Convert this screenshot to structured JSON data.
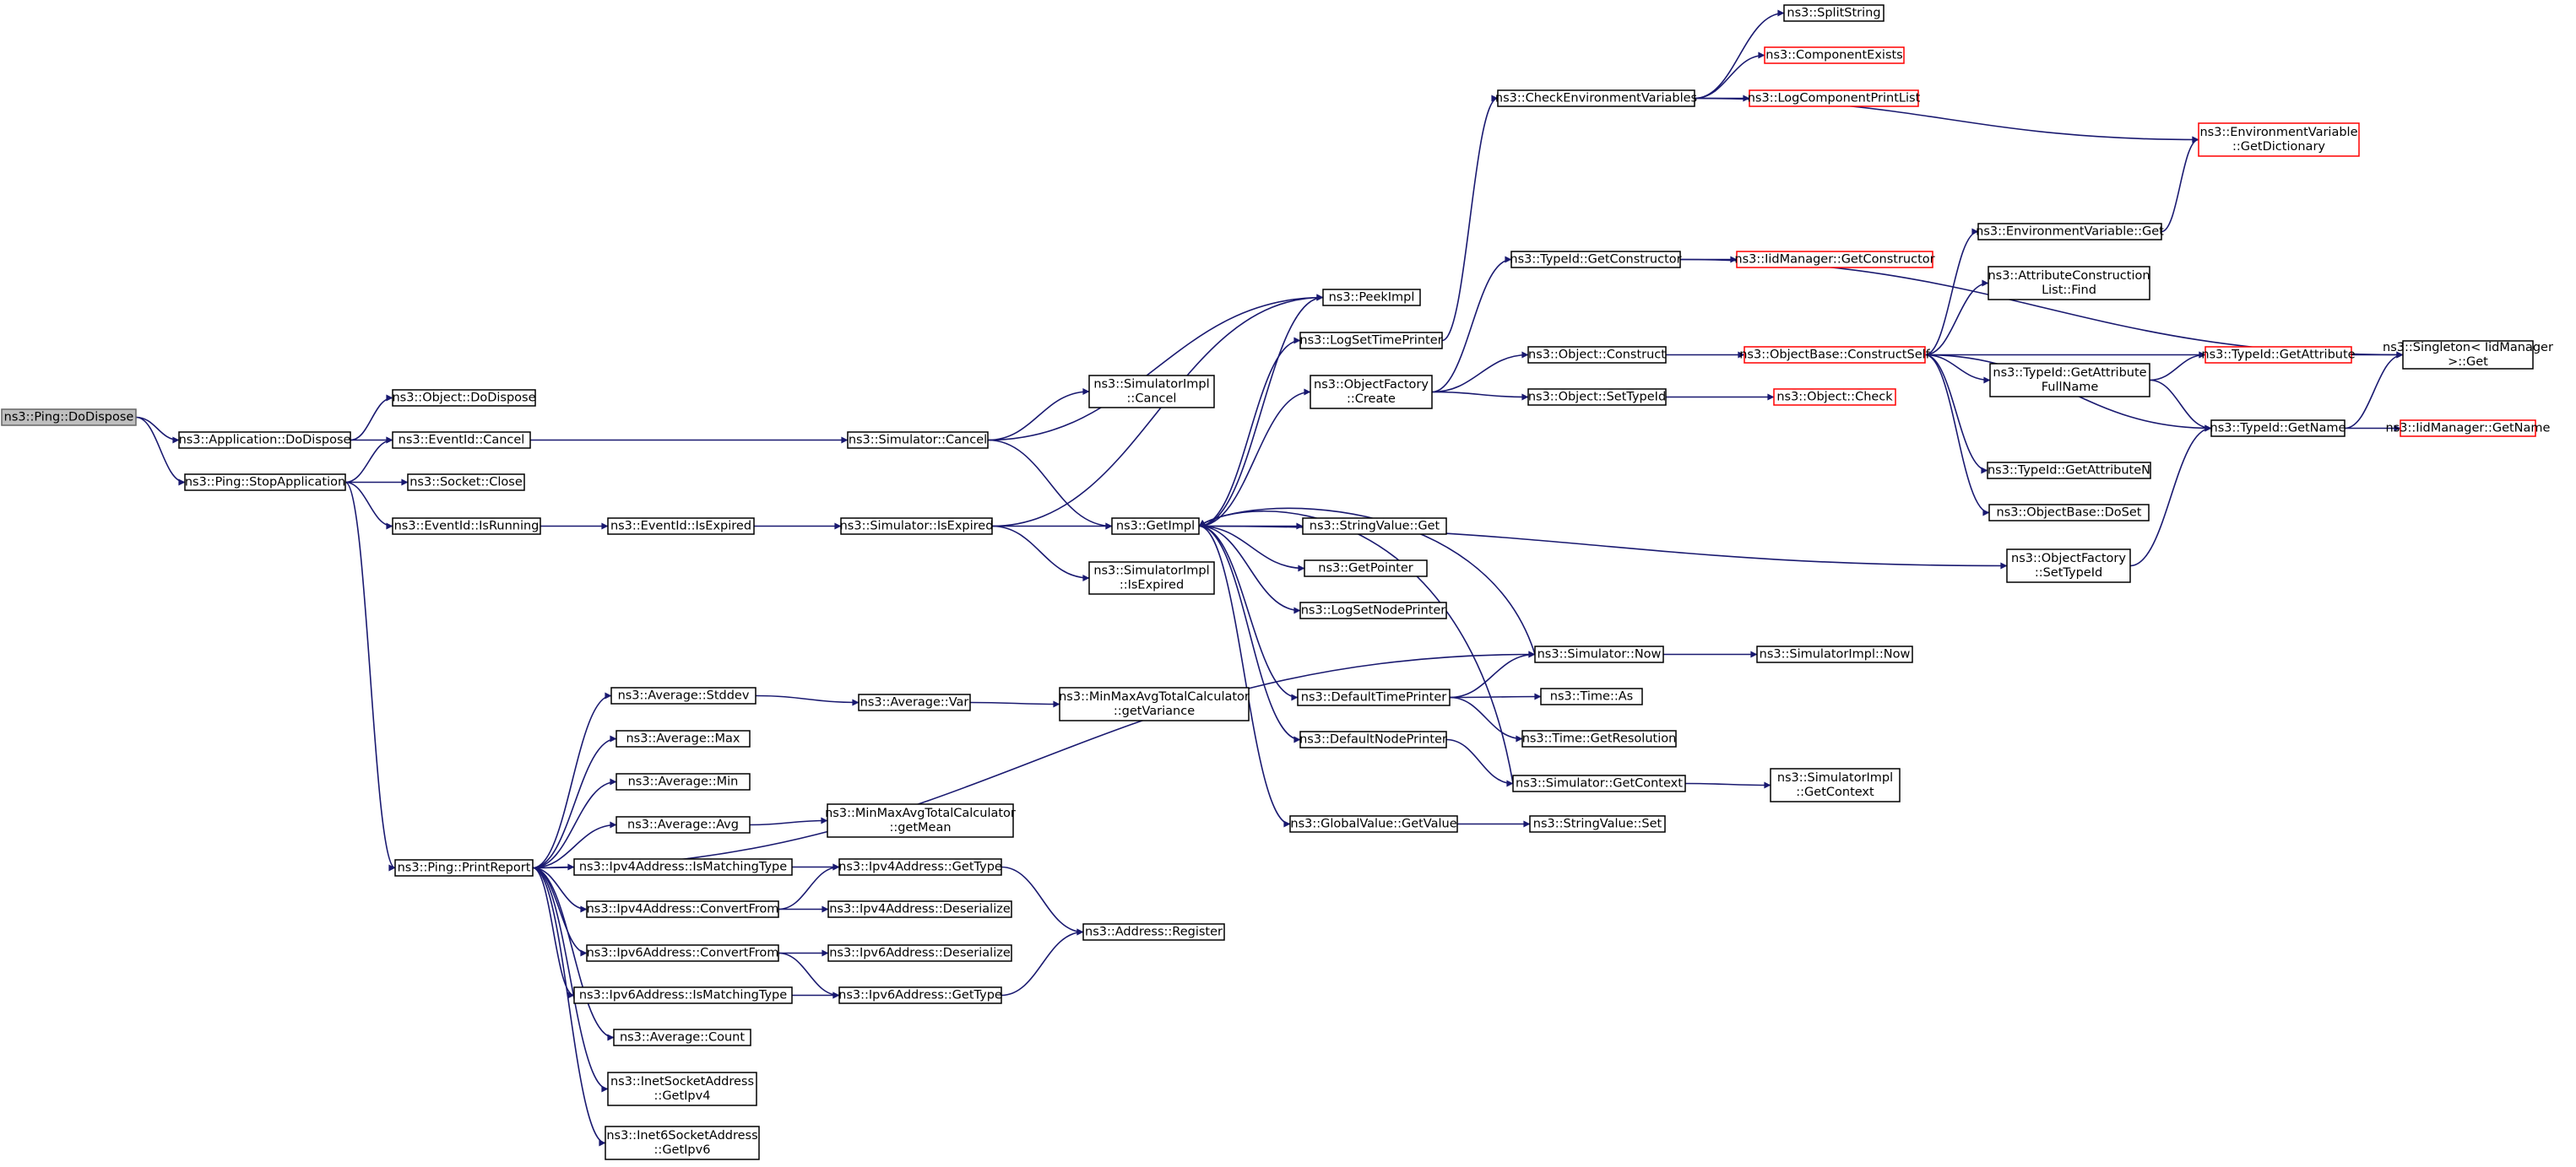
{
  "diagram": {
    "type": "call-graph",
    "colors": {
      "edge": "#191970",
      "node_border": "#000000",
      "truncated_border": "#ff0000",
      "root_fill": "#bfbfbf"
    },
    "nodes": [
      {
        "id": "root",
        "lines": [
          "ns3::Ping::DoDispose"
        ],
        "style": "root"
      },
      {
        "id": "app_dodispose",
        "lines": [
          "ns3::Application::DoDispose"
        ]
      },
      {
        "id": "stopapp",
        "lines": [
          "ns3::Ping::StopApplication"
        ]
      },
      {
        "id": "obj_dodispose",
        "lines": [
          "ns3::Object::DoDispose"
        ]
      },
      {
        "id": "evt_cancel",
        "lines": [
          "ns3::EventId::Cancel"
        ]
      },
      {
        "id": "sock_close",
        "lines": [
          "ns3::Socket::Close"
        ]
      },
      {
        "id": "evt_isrunning",
        "lines": [
          "ns3::EventId::IsRunning"
        ]
      },
      {
        "id": "printreport",
        "lines": [
          "ns3::Ping::PrintReport"
        ]
      },
      {
        "id": "evt_isexpired",
        "lines": [
          "ns3::EventId::IsExpired"
        ]
      },
      {
        "id": "sim_cancel",
        "lines": [
          "ns3::Simulator::Cancel"
        ]
      },
      {
        "id": "sim_isexpired",
        "lines": [
          "ns3::Simulator::IsExpired"
        ]
      },
      {
        "id": "simimpl_cancel",
        "lines": [
          "ns3::SimulatorImpl",
          "::Cancel"
        ]
      },
      {
        "id": "simimpl_isexpired",
        "lines": [
          "ns3::SimulatorImpl",
          "::IsExpired"
        ]
      },
      {
        "id": "getimpl",
        "lines": [
          "ns3::GetImpl"
        ]
      },
      {
        "id": "peekimpl",
        "lines": [
          "ns3::PeekImpl"
        ]
      },
      {
        "id": "logsettime",
        "lines": [
          "ns3::LogSetTimePrinter"
        ]
      },
      {
        "id": "objfactory_create",
        "lines": [
          "ns3::ObjectFactory",
          "::Create"
        ]
      },
      {
        "id": "stringvalue_get",
        "lines": [
          "ns3::StringValue::Get"
        ]
      },
      {
        "id": "getpointer",
        "lines": [
          "ns3::GetPointer"
        ]
      },
      {
        "id": "logsetnode",
        "lines": [
          "ns3::LogSetNodePrinter"
        ]
      },
      {
        "id": "defaulttime",
        "lines": [
          "ns3::DefaultTimePrinter"
        ]
      },
      {
        "id": "defaultnode",
        "lines": [
          "ns3::DefaultNodePrinter"
        ]
      },
      {
        "id": "globalvalue_get",
        "lines": [
          "ns3::GlobalValue::GetValue"
        ]
      },
      {
        "id": "checkenv",
        "lines": [
          "ns3::CheckEnvironmentVariables"
        ]
      },
      {
        "id": "splitstring",
        "lines": [
          "ns3::SplitString"
        ]
      },
      {
        "id": "compexists",
        "lines": [
          "ns3::ComponentExists"
        ],
        "style": "trunc"
      },
      {
        "id": "logcomplist",
        "lines": [
          "ns3::LogComponentPrintList"
        ],
        "style": "trunc"
      },
      {
        "id": "envvar_getdict",
        "lines": [
          "ns3::EnvironmentVariable",
          "::GetDictionary"
        ],
        "style": "trunc"
      },
      {
        "id": "typeid_getctor",
        "lines": [
          "ns3::TypeId::GetConstructor"
        ]
      },
      {
        "id": "iidmgr_getctor",
        "lines": [
          "ns3::IidManager::GetConstructor"
        ],
        "style": "trunc"
      },
      {
        "id": "obj_construct",
        "lines": [
          "ns3::Object::Construct"
        ]
      },
      {
        "id": "obj_settypeid",
        "lines": [
          "ns3::Object::SetTypeId"
        ]
      },
      {
        "id": "objbase_constructself",
        "lines": [
          "ns3::ObjectBase::ConstructSelf"
        ],
        "style": "trunc"
      },
      {
        "id": "obj_check",
        "lines": [
          "ns3::Object::Check"
        ],
        "style": "trunc"
      },
      {
        "id": "envvar_get",
        "lines": [
          "ns3::EnvironmentVariable::Get"
        ]
      },
      {
        "id": "attrconstr_find",
        "lines": [
          "ns3::AttributeConstruction",
          "List::Find"
        ]
      },
      {
        "id": "typeid_getattr",
        "lines": [
          "ns3::TypeId::GetAttribute"
        ],
        "style": "trunc"
      },
      {
        "id": "singleton_get",
        "lines": [
          "ns3::Singleton< IidManager",
          ">::Get"
        ]
      },
      {
        "id": "typeid_getattrfullname",
        "lines": [
          "ns3::TypeId::GetAttribute",
          "FullName"
        ]
      },
      {
        "id": "typeid_getname",
        "lines": [
          "ns3::TypeId::GetName"
        ]
      },
      {
        "id": "iidmgr_getname",
        "lines": [
          "ns3::IidManager::GetName"
        ],
        "style": "trunc"
      },
      {
        "id": "typeid_getattrn",
        "lines": [
          "ns3::TypeId::GetAttributeN"
        ]
      },
      {
        "id": "objbase_doset",
        "lines": [
          "ns3::ObjectBase::DoSet"
        ]
      },
      {
        "id": "objfactory_settypeid",
        "lines": [
          "ns3::ObjectFactory",
          "::SetTypeId"
        ]
      },
      {
        "id": "sim_now",
        "lines": [
          "ns3::Simulator::Now"
        ]
      },
      {
        "id": "simimpl_now",
        "lines": [
          "ns3::SimulatorImpl::Now"
        ]
      },
      {
        "id": "time_as",
        "lines": [
          "ns3::Time::As"
        ]
      },
      {
        "id": "time_getres",
        "lines": [
          "ns3::Time::GetResolution"
        ]
      },
      {
        "id": "sim_getcontext",
        "lines": [
          "ns3::Simulator::GetContext"
        ]
      },
      {
        "id": "simimpl_getcontext",
        "lines": [
          "ns3::SimulatorImpl",
          "::GetContext"
        ]
      },
      {
        "id": "stringvalue_set",
        "lines": [
          "ns3::StringValue::Set"
        ]
      },
      {
        "id": "avg_stddev",
        "lines": [
          "ns3::Average::Stddev"
        ]
      },
      {
        "id": "avg_var",
        "lines": [
          "ns3::Average::Var"
        ]
      },
      {
        "id": "minmax_getvar",
        "lines": [
          "ns3::MinMaxAvgTotalCalculator",
          "::getVariance"
        ]
      },
      {
        "id": "avg_max",
        "lines": [
          "ns3::Average::Max"
        ]
      },
      {
        "id": "avg_min",
        "lines": [
          "ns3::Average::Min"
        ]
      },
      {
        "id": "avg_avg",
        "lines": [
          "ns3::Average::Avg"
        ]
      },
      {
        "id": "minmax_getmean",
        "lines": [
          "ns3::MinMaxAvgTotalCalculator",
          "::getMean"
        ]
      },
      {
        "id": "ipv4_ismatching",
        "lines": [
          "ns3::Ipv4Address::IsMatchingType"
        ]
      },
      {
        "id": "ipv4_gettype",
        "lines": [
          "ns3::Ipv4Address::GetType"
        ]
      },
      {
        "id": "ipv4_convertfrom",
        "lines": [
          "ns3::Ipv4Address::ConvertFrom"
        ]
      },
      {
        "id": "ipv4_deserialize",
        "lines": [
          "ns3::Ipv4Address::Deserialize"
        ]
      },
      {
        "id": "addr_register",
        "lines": [
          "ns3::Address::Register"
        ]
      },
      {
        "id": "ipv6_convertfrom",
        "lines": [
          "ns3::Ipv6Address::ConvertFrom"
        ]
      },
      {
        "id": "ipv6_deserialize",
        "lines": [
          "ns3::Ipv6Address::Deserialize"
        ]
      },
      {
        "id": "ipv6_ismatching",
        "lines": [
          "ns3::Ipv6Address::IsMatchingType"
        ]
      },
      {
        "id": "ipv6_gettype",
        "lines": [
          "ns3::Ipv6Address::GetType"
        ]
      },
      {
        "id": "avg_count",
        "lines": [
          "ns3::Average::Count"
        ]
      },
      {
        "id": "inetsock_getipv4",
        "lines": [
          "ns3::InetSocketAddress",
          "::GetIpv4"
        ]
      },
      {
        "id": "inet6sock_getipv6",
        "lines": [
          "ns3::Inet6SocketAddress",
          "::GetIpv6"
        ]
      }
    ],
    "edges": [
      [
        "root",
        "app_dodispose"
      ],
      [
        "root",
        "stopapp"
      ],
      [
        "app_dodispose",
        "obj_dodispose"
      ],
      [
        "app_dodispose",
        "evt_cancel"
      ],
      [
        "stopapp",
        "evt_cancel"
      ],
      [
        "stopapp",
        "sock_close"
      ],
      [
        "stopapp",
        "evt_isrunning"
      ],
      [
        "stopapp",
        "printreport"
      ],
      [
        "evt_cancel",
        "sim_cancel"
      ],
      [
        "evt_isrunning",
        "evt_isexpired"
      ],
      [
        "evt_isexpired",
        "sim_isexpired"
      ],
      [
        "sim_cancel",
        "simimpl_cancel"
      ],
      [
        "sim_cancel",
        "getimpl"
      ],
      [
        "sim_cancel",
        "peekimpl"
      ],
      [
        "sim_isexpired",
        "getimpl"
      ],
      [
        "sim_isexpired",
        "simimpl_isexpired"
      ],
      [
        "sim_isexpired",
        "peekimpl"
      ],
      [
        "getimpl",
        "peekimpl"
      ],
      [
        "getimpl",
        "logsettime"
      ],
      [
        "getimpl",
        "objfactory_create"
      ],
      [
        "getimpl",
        "stringvalue_get"
      ],
      [
        "getimpl",
        "getpointer"
      ],
      [
        "getimpl",
        "logsetnode"
      ],
      [
        "getimpl",
        "defaulttime"
      ],
      [
        "getimpl",
        "defaultnode"
      ],
      [
        "getimpl",
        "globalvalue_get"
      ],
      [
        "getimpl",
        "objfactory_settypeid"
      ],
      [
        "logsettime",
        "checkenv"
      ],
      [
        "checkenv",
        "splitstring"
      ],
      [
        "checkenv",
        "compexists"
      ],
      [
        "checkenv",
        "logcomplist"
      ],
      [
        "checkenv",
        "envvar_getdict"
      ],
      [
        "objfactory_create",
        "typeid_getctor"
      ],
      [
        "objfactory_create",
        "obj_construct"
      ],
      [
        "objfactory_create",
        "obj_settypeid"
      ],
      [
        "typeid_getctor",
        "iidmgr_getctor"
      ],
      [
        "typeid_getctor",
        "singleton_get"
      ],
      [
        "obj_construct",
        "objbase_constructself"
      ],
      [
        "obj_settypeid",
        "obj_check"
      ],
      [
        "objbase_constructself",
        "envvar_get"
      ],
      [
        "objbase_constructself",
        "attrconstr_find"
      ],
      [
        "objbase_constructself",
        "typeid_getattr"
      ],
      [
        "objbase_constructself",
        "typeid_getattrfullname"
      ],
      [
        "objbase_constructself",
        "typeid_getname"
      ],
      [
        "objbase_constructself",
        "typeid_getattrn"
      ],
      [
        "objbase_constructself",
        "objbase_doset"
      ],
      [
        "envvar_get",
        "envvar_getdict"
      ],
      [
        "typeid_getattr",
        "singleton_get"
      ],
      [
        "typeid_getattrfullname",
        "typeid_getattr"
      ],
      [
        "typeid_getattrfullname",
        "typeid_getname"
      ],
      [
        "typeid_getname",
        "singleton_get"
      ],
      [
        "typeid_getname",
        "iidmgr_getname"
      ],
      [
        "objfactory_settypeid",
        "typeid_getname"
      ],
      [
        "printreport",
        "sim_now"
      ],
      [
        "sim_now",
        "getimpl"
      ],
      [
        "sim_now",
        "simimpl_now"
      ],
      [
        "defaulttime",
        "sim_now"
      ],
      [
        "defaulttime",
        "time_as"
      ],
      [
        "defaulttime",
        "time_getres"
      ],
      [
        "defaultnode",
        "sim_getcontext"
      ],
      [
        "sim_getcontext",
        "getimpl"
      ],
      [
        "sim_getcontext",
        "simimpl_getcontext"
      ],
      [
        "globalvalue_get",
        "stringvalue_set"
      ],
      [
        "printreport",
        "avg_stddev"
      ],
      [
        "avg_stddev",
        "avg_var"
      ],
      [
        "avg_var",
        "minmax_getvar"
      ],
      [
        "printreport",
        "avg_max"
      ],
      [
        "printreport",
        "avg_min"
      ],
      [
        "printreport",
        "avg_avg"
      ],
      [
        "avg_avg",
        "minmax_getmean"
      ],
      [
        "printreport",
        "ipv4_ismatching"
      ],
      [
        "ipv4_ismatching",
        "ipv4_gettype"
      ],
      [
        "printreport",
        "ipv4_convertfrom"
      ],
      [
        "ipv4_convertfrom",
        "ipv4_gettype"
      ],
      [
        "ipv4_convertfrom",
        "ipv4_deserialize"
      ],
      [
        "ipv4_gettype",
        "addr_register"
      ],
      [
        "printreport",
        "ipv6_convertfrom"
      ],
      [
        "ipv6_convertfrom",
        "ipv6_deserialize"
      ],
      [
        "ipv6_convertfrom",
        "ipv6_gettype"
      ],
      [
        "printreport",
        "ipv6_ismatching"
      ],
      [
        "ipv6_ismatching",
        "ipv6_gettype"
      ],
      [
        "ipv6_gettype",
        "addr_register"
      ],
      [
        "printreport",
        "avg_count"
      ],
      [
        "printreport",
        "inetsock_getipv4"
      ],
      [
        "printreport",
        "inet6sock_getipv6"
      ]
    ]
  }
}
